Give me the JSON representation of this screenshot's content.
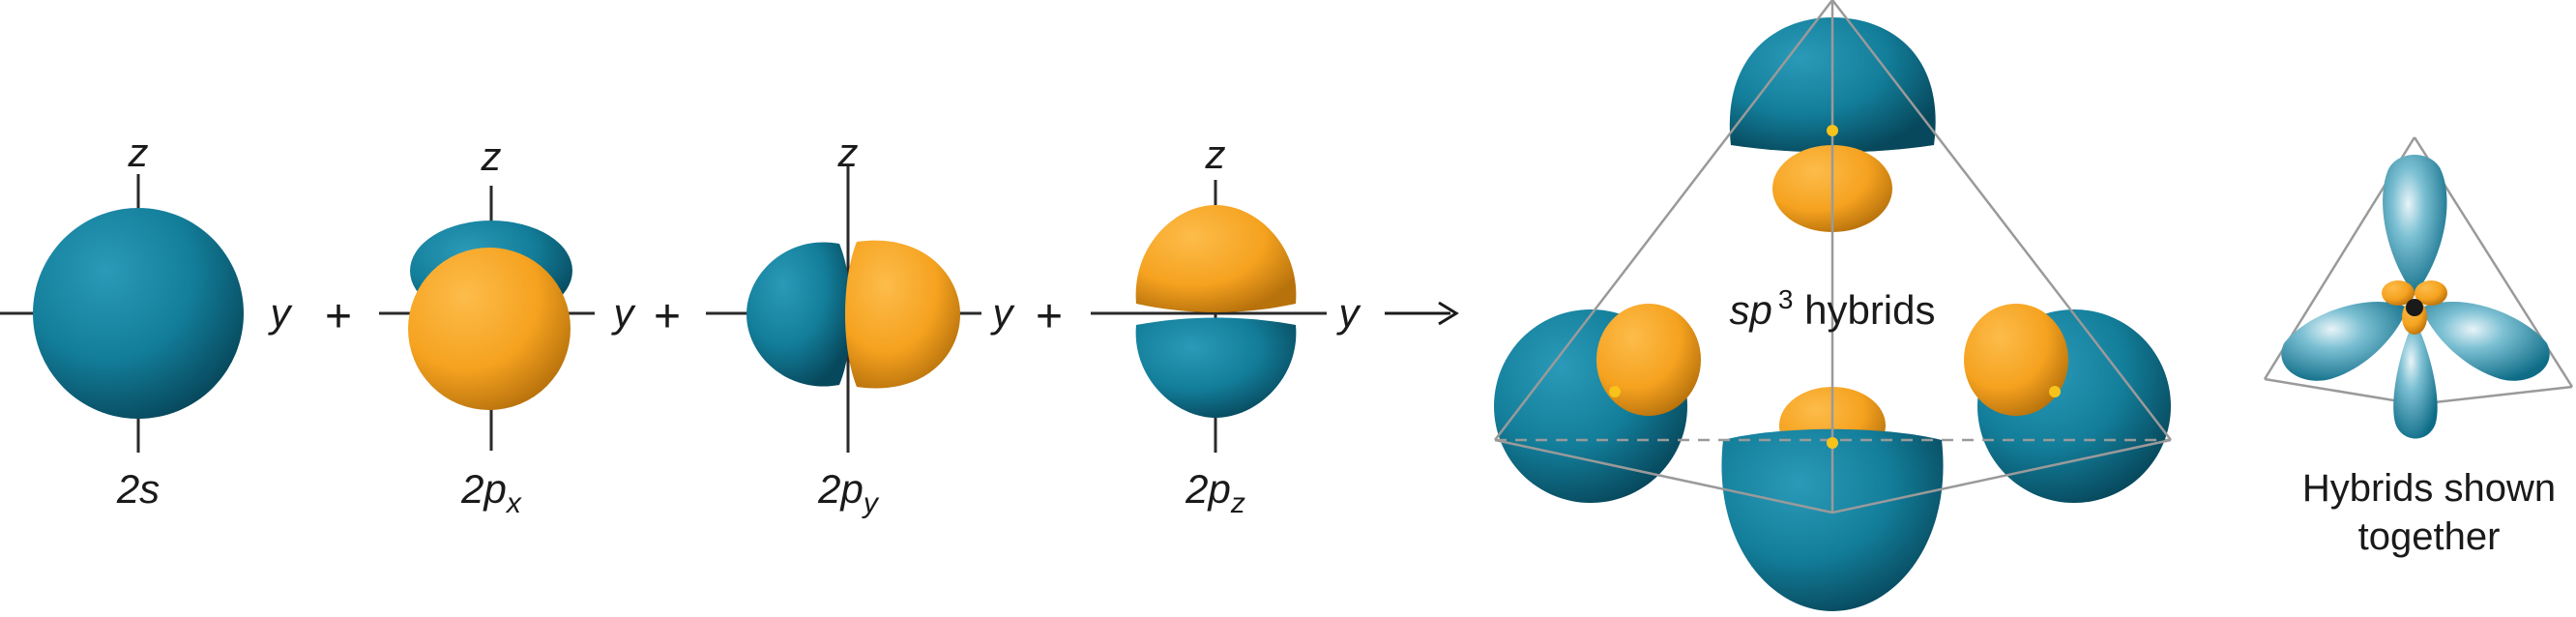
{
  "axes": {
    "z": "z",
    "y": "y"
  },
  "operators": {
    "plus": "+",
    "arrow": "⟶"
  },
  "orbitals": {
    "s": {
      "main": "2s"
    },
    "px": {
      "main": "2p",
      "sub": "x"
    },
    "py": {
      "main": "2p",
      "sub": "y"
    },
    "pz": {
      "main": "2p",
      "sub": "z"
    }
  },
  "hybrid": {
    "prefix": "sp",
    "superscript": "3",
    "suffix": " hybrids"
  },
  "together": {
    "line1": "Hybrids shown",
    "line2": "together"
  },
  "colors": {
    "teal": "#127a96",
    "orange": "#f5a524",
    "nucleus": "#f7c21a",
    "line": "#9a9a9a"
  }
}
